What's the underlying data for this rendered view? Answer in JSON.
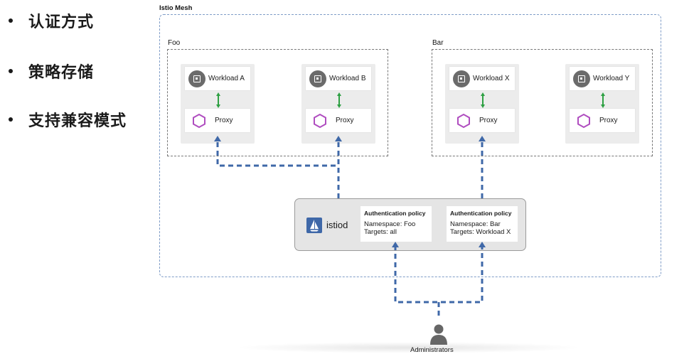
{
  "bullets": [
    "认证方式",
    "策略存储",
    "支持兼容模式"
  ],
  "diagram": {
    "mesh_label": "Istio Mesh",
    "namespaces": [
      {
        "label": "Foo",
        "workloads": [
          {
            "name": "Workload A",
            "proxy": "Proxy"
          },
          {
            "name": "Workload B",
            "proxy": "Proxy"
          }
        ]
      },
      {
        "label": "Bar",
        "workloads": [
          {
            "name": "Workload X",
            "proxy": "Proxy"
          },
          {
            "name": "Workload Y",
            "proxy": "Proxy"
          }
        ]
      }
    ],
    "istiod": {
      "name": "istiod",
      "policies": [
        {
          "title": "Authentication policy",
          "namespace": "Namespace: Foo",
          "targets": "Targets: all"
        },
        {
          "title": "Authentication policy",
          "namespace": "Namespace: Bar",
          "targets": "Targets: Workload X"
        }
      ]
    },
    "admin_label": "Administrators",
    "colors": {
      "mesh_border": "#7f9cc7",
      "connector": "#3f68a8",
      "workload_link": "#2ea043",
      "proxy_hex": "#b04ec0",
      "chip": "#6b6b6b"
    }
  }
}
